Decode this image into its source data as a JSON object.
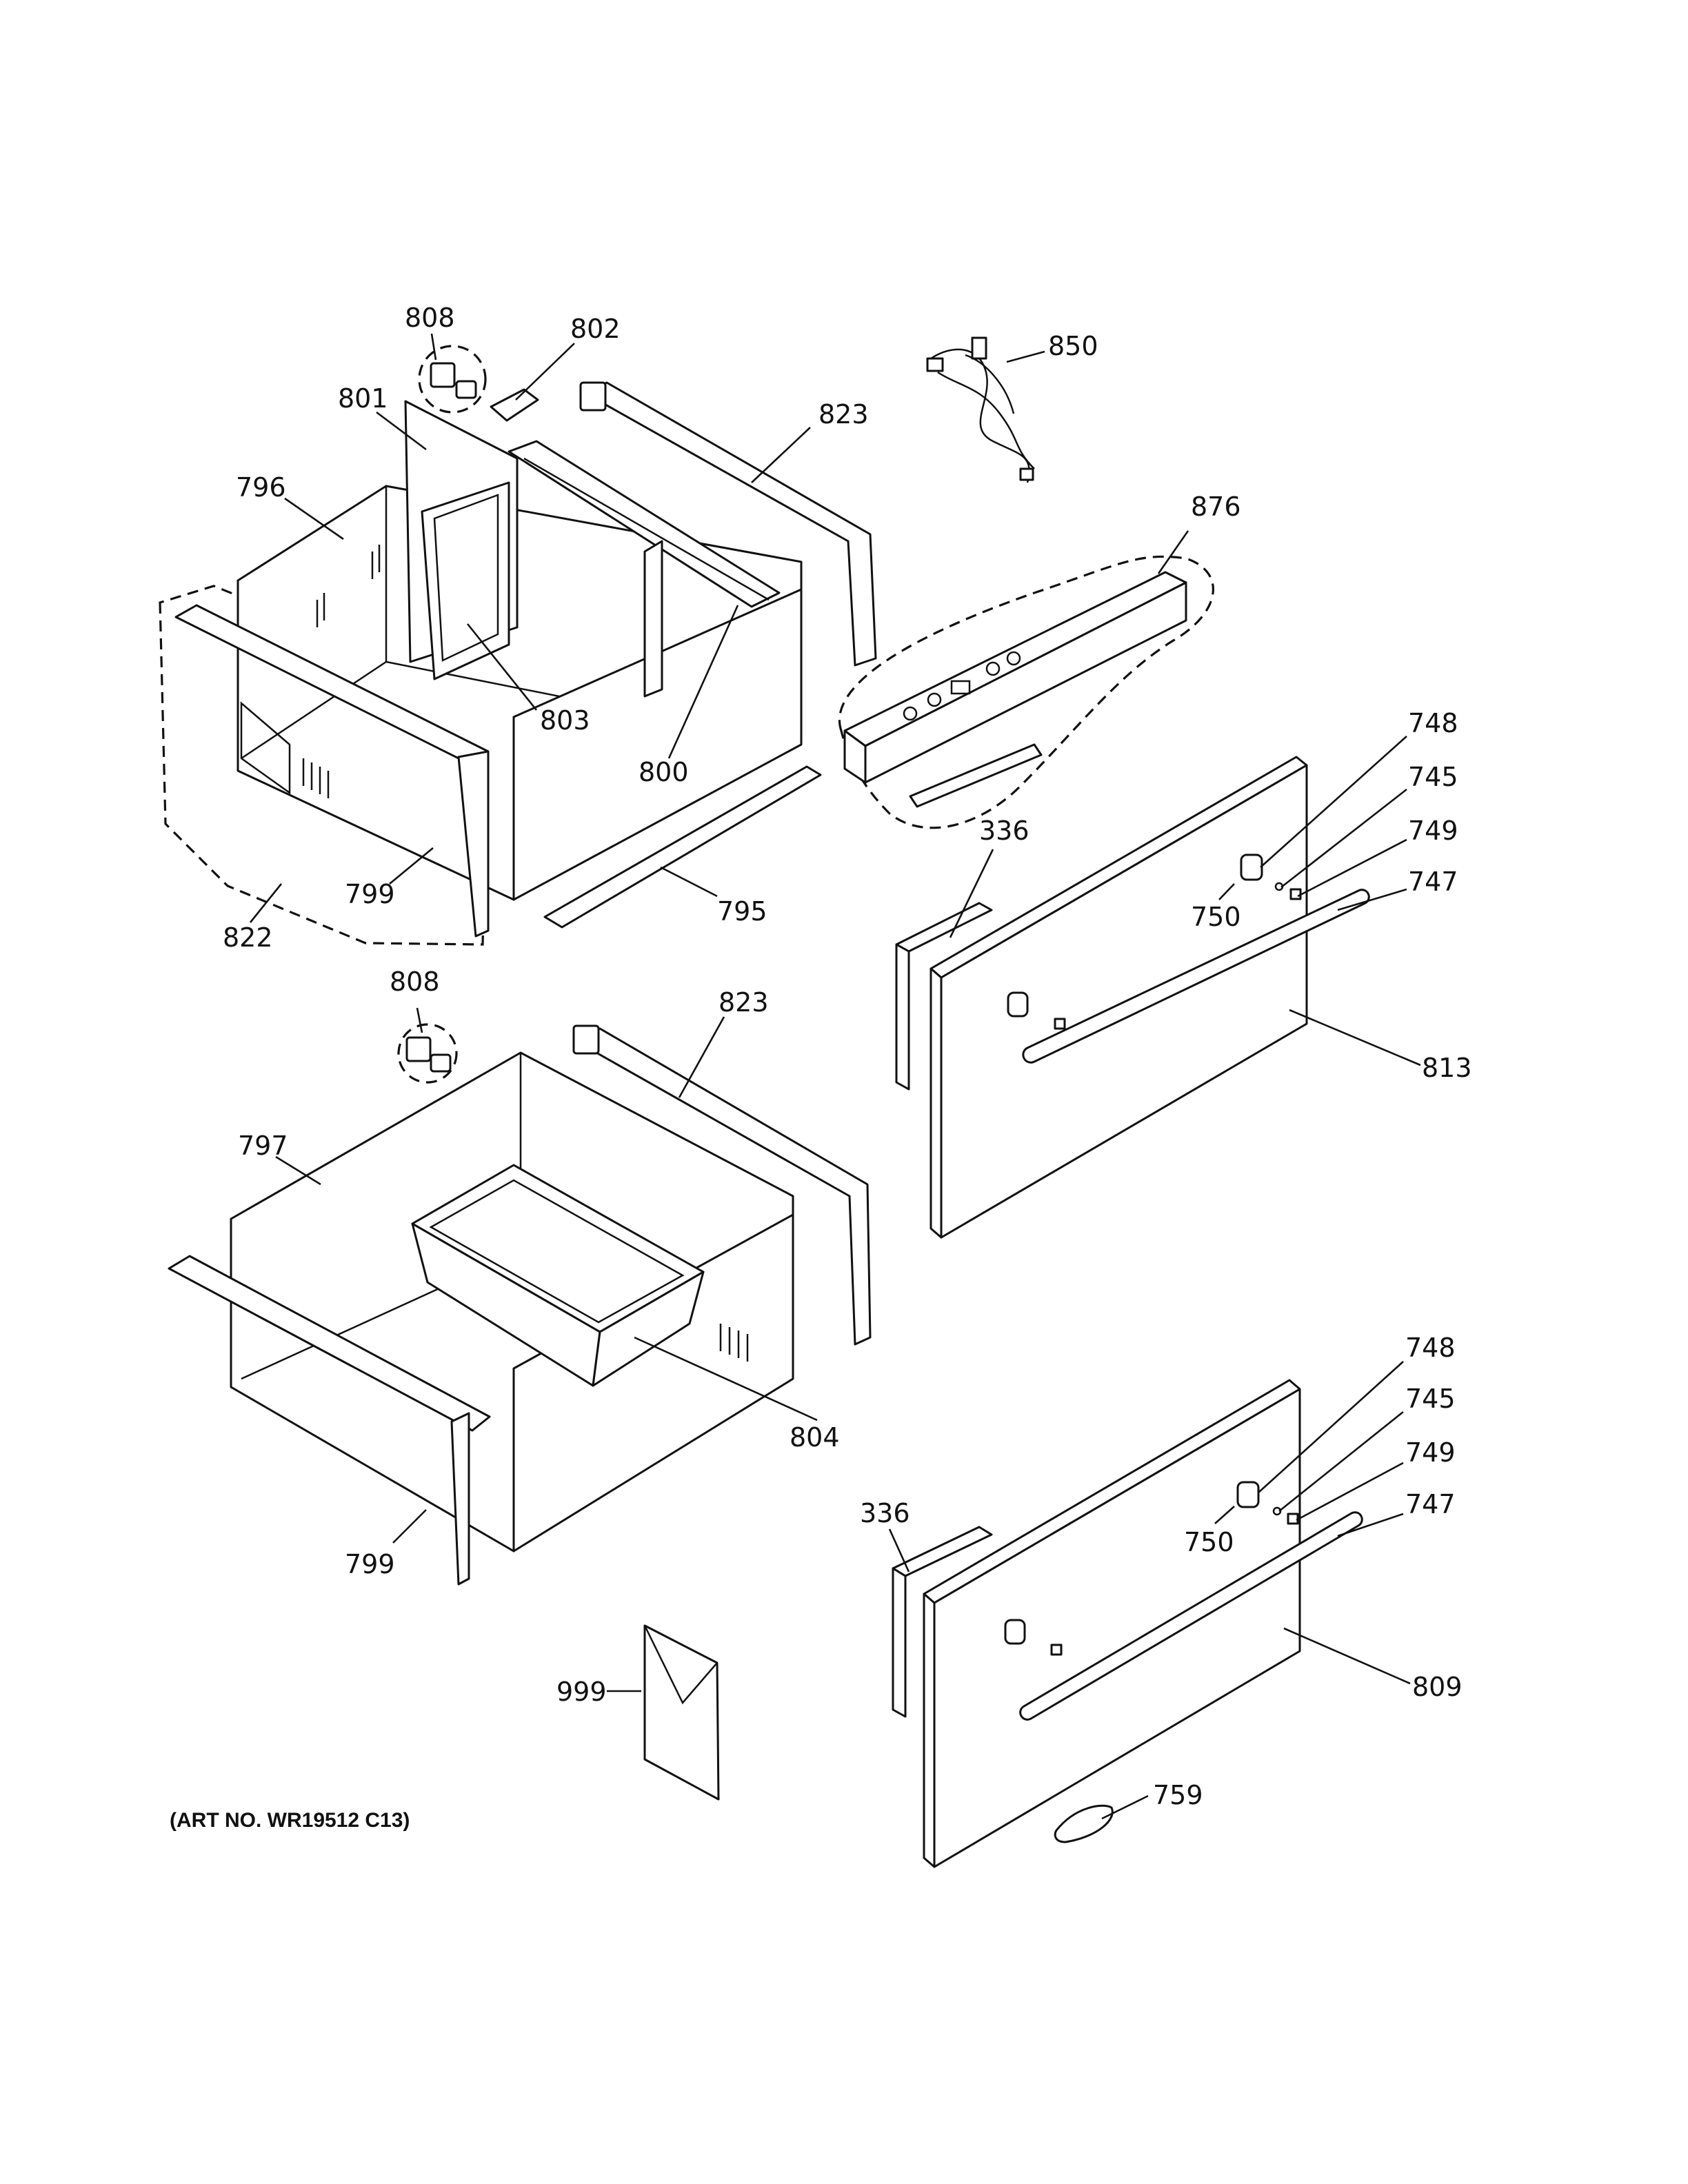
{
  "callouts": {
    "c808_top": "808",
    "c802": "802",
    "c850": "850",
    "c801": "801",
    "c823_top": "823",
    "c796": "796",
    "c876": "876",
    "c803": "803",
    "c800": "800",
    "c748_top": "748",
    "c745_top": "745",
    "c749_top": "749",
    "c747_top": "747",
    "c336_top": "336",
    "c750_top": "750",
    "c799_top": "799",
    "c795": "795",
    "c822": "822",
    "c808_mid": "808",
    "c823_mid": "823",
    "c813": "813",
    "c797": "797",
    "c804": "804",
    "c799_bottom": "799",
    "c748_bottom": "748",
    "c745_bottom": "745",
    "c749_bottom": "749",
    "c747_bottom": "747",
    "c336_bottom": "336",
    "c750_bottom": "750",
    "c999": "999",
    "c809": "809",
    "c759": "759"
  },
  "art_number": "(ART NO. WR19512 C13)"
}
